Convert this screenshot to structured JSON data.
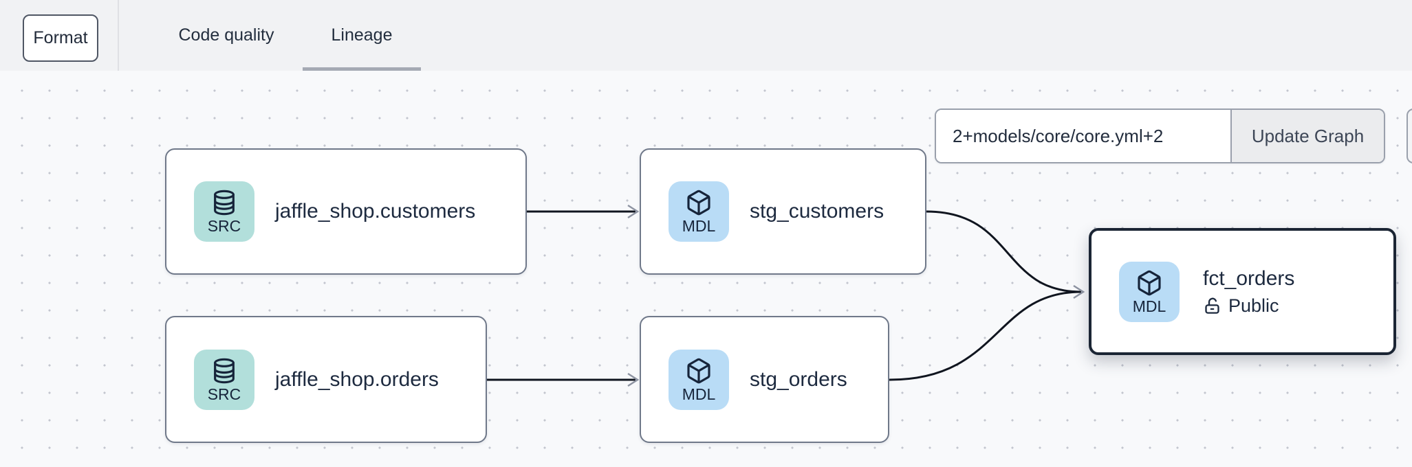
{
  "header": {
    "format_button": "Format",
    "tabs": [
      {
        "label": "Code quality",
        "active": false
      },
      {
        "label": "Lineage",
        "active": true
      }
    ]
  },
  "toolbar": {
    "selector_value": "2+models/core/core.yml+2",
    "update_button": "Update Graph"
  },
  "graph": {
    "nodes": [
      {
        "id": "source.jaffle_shop.customers",
        "label": "jaffle_shop.customers",
        "badge": "SRC",
        "type": "source",
        "selected": false
      },
      {
        "id": "model.stg_customers",
        "label": "stg_customers",
        "badge": "MDL",
        "type": "model",
        "selected": false
      },
      {
        "id": "source.jaffle_shop.orders",
        "label": "jaffle_shop.orders",
        "badge": "SRC",
        "type": "source",
        "selected": false
      },
      {
        "id": "model.stg_orders",
        "label": "stg_orders",
        "badge": "MDL",
        "type": "model",
        "selected": false
      },
      {
        "id": "model.fct_orders",
        "label": "fct_orders",
        "badge": "MDL",
        "type": "model",
        "access": "Public",
        "selected": true
      }
    ],
    "edges": [
      {
        "from": "jaffle_shop.customers",
        "to": "stg_customers"
      },
      {
        "from": "jaffle_shop.orders",
        "to": "stg_orders"
      },
      {
        "from": "stg_customers",
        "to": "fct_orders"
      },
      {
        "from": "stg_orders",
        "to": "fct_orders"
      }
    ]
  },
  "colors": {
    "canvas_bg": "#f8f9fb",
    "topbar_bg": "#f1f2f4",
    "dot_grid": "#c3c6cf",
    "badge_source": "#b2dfdb",
    "badge_model": "#b9dcf6",
    "node_border": "#6f7889",
    "selected_node_border": "#1b2534",
    "edge_stroke": "#10151f",
    "arrowhead": "#8e94a2",
    "text_dark": "#1d2a3f",
    "tab_underline": "#a5aab4",
    "update_button_bg": "#ebecee"
  }
}
